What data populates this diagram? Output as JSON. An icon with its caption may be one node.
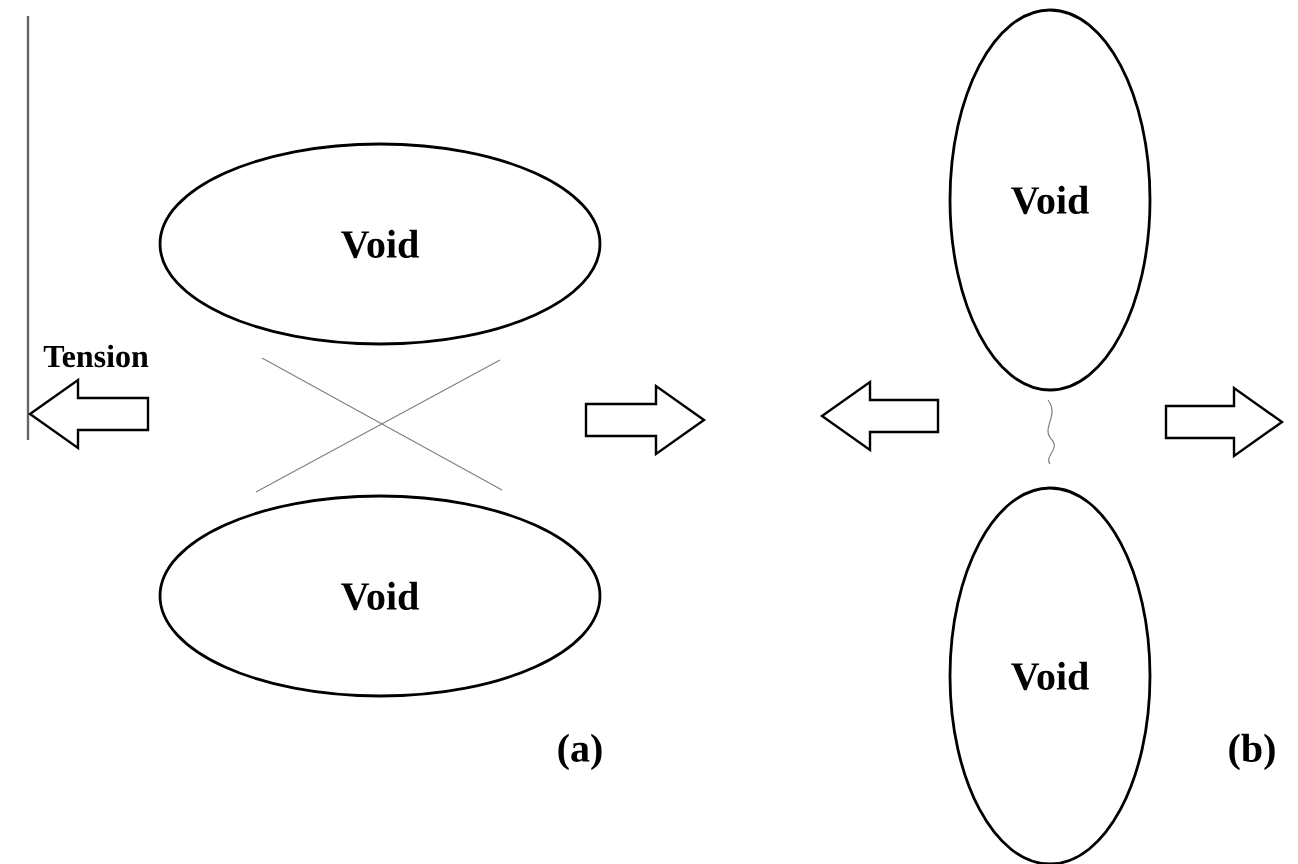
{
  "diagram": {
    "nodes": [
      {
        "text": [
          "Void"
        ]
      },
      {
        "text": [
          "Void"
        ]
      },
      {
        "text": [
          "Void"
        ]
      },
      {
        "text": [
          "Void"
        ]
      }
    ],
    "labels": [
      "Tension",
      "(a)",
      "(b)"
    ]
  }
}
